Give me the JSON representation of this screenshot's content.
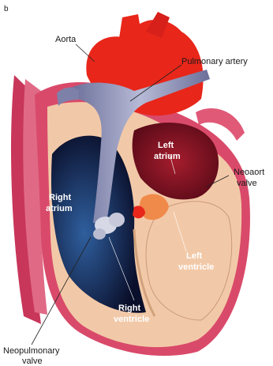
{
  "corner_mark": "b",
  "labels": {
    "aorta": "Aorta",
    "pulmonary_artery": "Pulmonary artery",
    "left_atrium_1": "Left",
    "left_atrium_2": "atrium",
    "neoaortic_valve_1": "Neoaort",
    "neoaortic_valve_2": "valve",
    "right_atrium_1": "Right",
    "right_atrium_2": "atrium",
    "left_ventricle_1": "Left",
    "left_ventricle_2": "ventricle",
    "right_ventricle_1": "Right",
    "right_ventricle_2": "ventricle",
    "neopulmonary_valve_1": "Neopulmonary",
    "neopulmonary_valve_2": "valve"
  },
  "colors": {
    "aorta": "#e8261a",
    "pulmonary_artery": "#8a8fb3",
    "atrium_chamber": "#7a1020",
    "right_chamber": "#0b1030",
    "myocardium": "#f2c9a8",
    "outer_wall": "#d9466a"
  }
}
